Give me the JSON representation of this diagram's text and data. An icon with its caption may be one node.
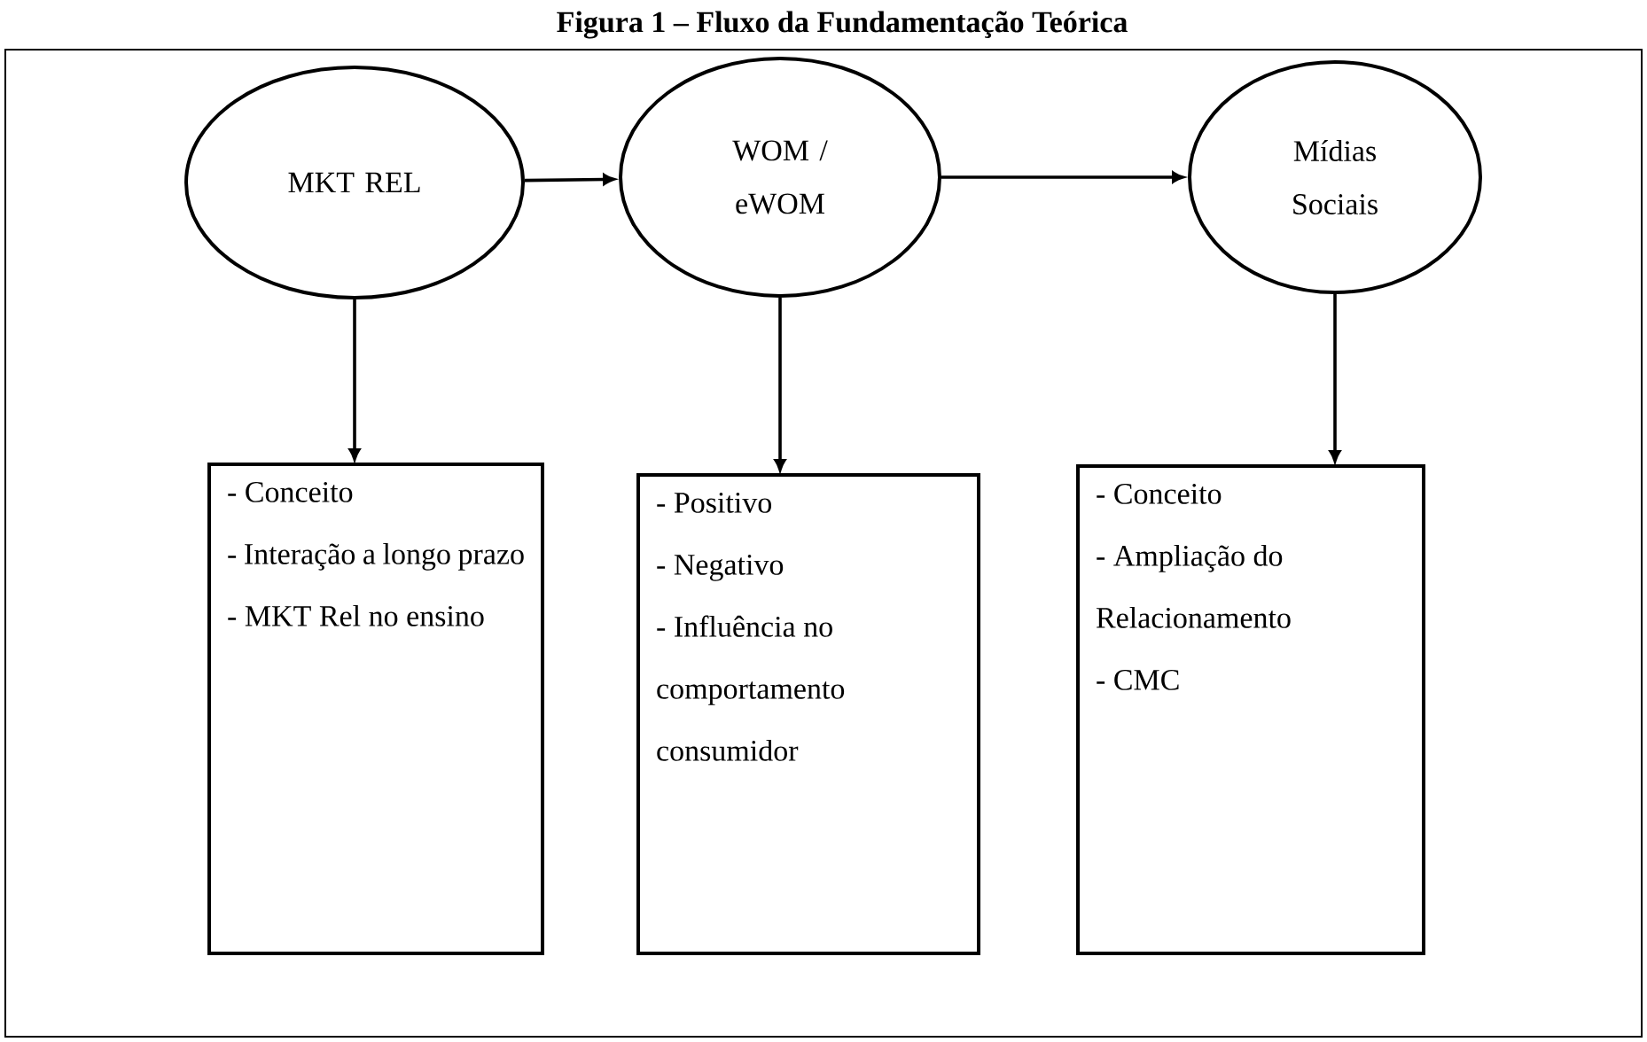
{
  "diagram": {
    "title": "Figura 1 – Fluxo da Fundamentação Teórica",
    "nodes": [
      {
        "text": [
          "MKT REL"
        ]
      },
      {
        "text": [
          "WOM / eWOM"
        ]
      },
      {
        "text": [
          "Mídias Sociais"
        ]
      },
      {
        "text": [
          "- Conceito",
          "- Interação a longo prazo",
          "- MKT Rel no ensino"
        ]
      },
      {
        "text": [
          "- Positivo",
          "- Negativo",
          "- Influência no comportamento consumidor"
        ]
      },
      {
        "text": [
          "- Conceito",
          "- Ampliação do Relacionamento",
          "- CMC"
        ]
      }
    ],
    "edges": [
      {
        "from": 0,
        "to": 1,
        "arrow": "to"
      },
      {
        "from": 1,
        "to": 2,
        "arrow": "to"
      },
      {
        "from": 0,
        "to": 3,
        "arrow": "to"
      },
      {
        "from": 1,
        "to": 4,
        "arrow": "to"
      },
      {
        "from": 2,
        "to": 5,
        "arrow": "to"
      }
    ]
  }
}
